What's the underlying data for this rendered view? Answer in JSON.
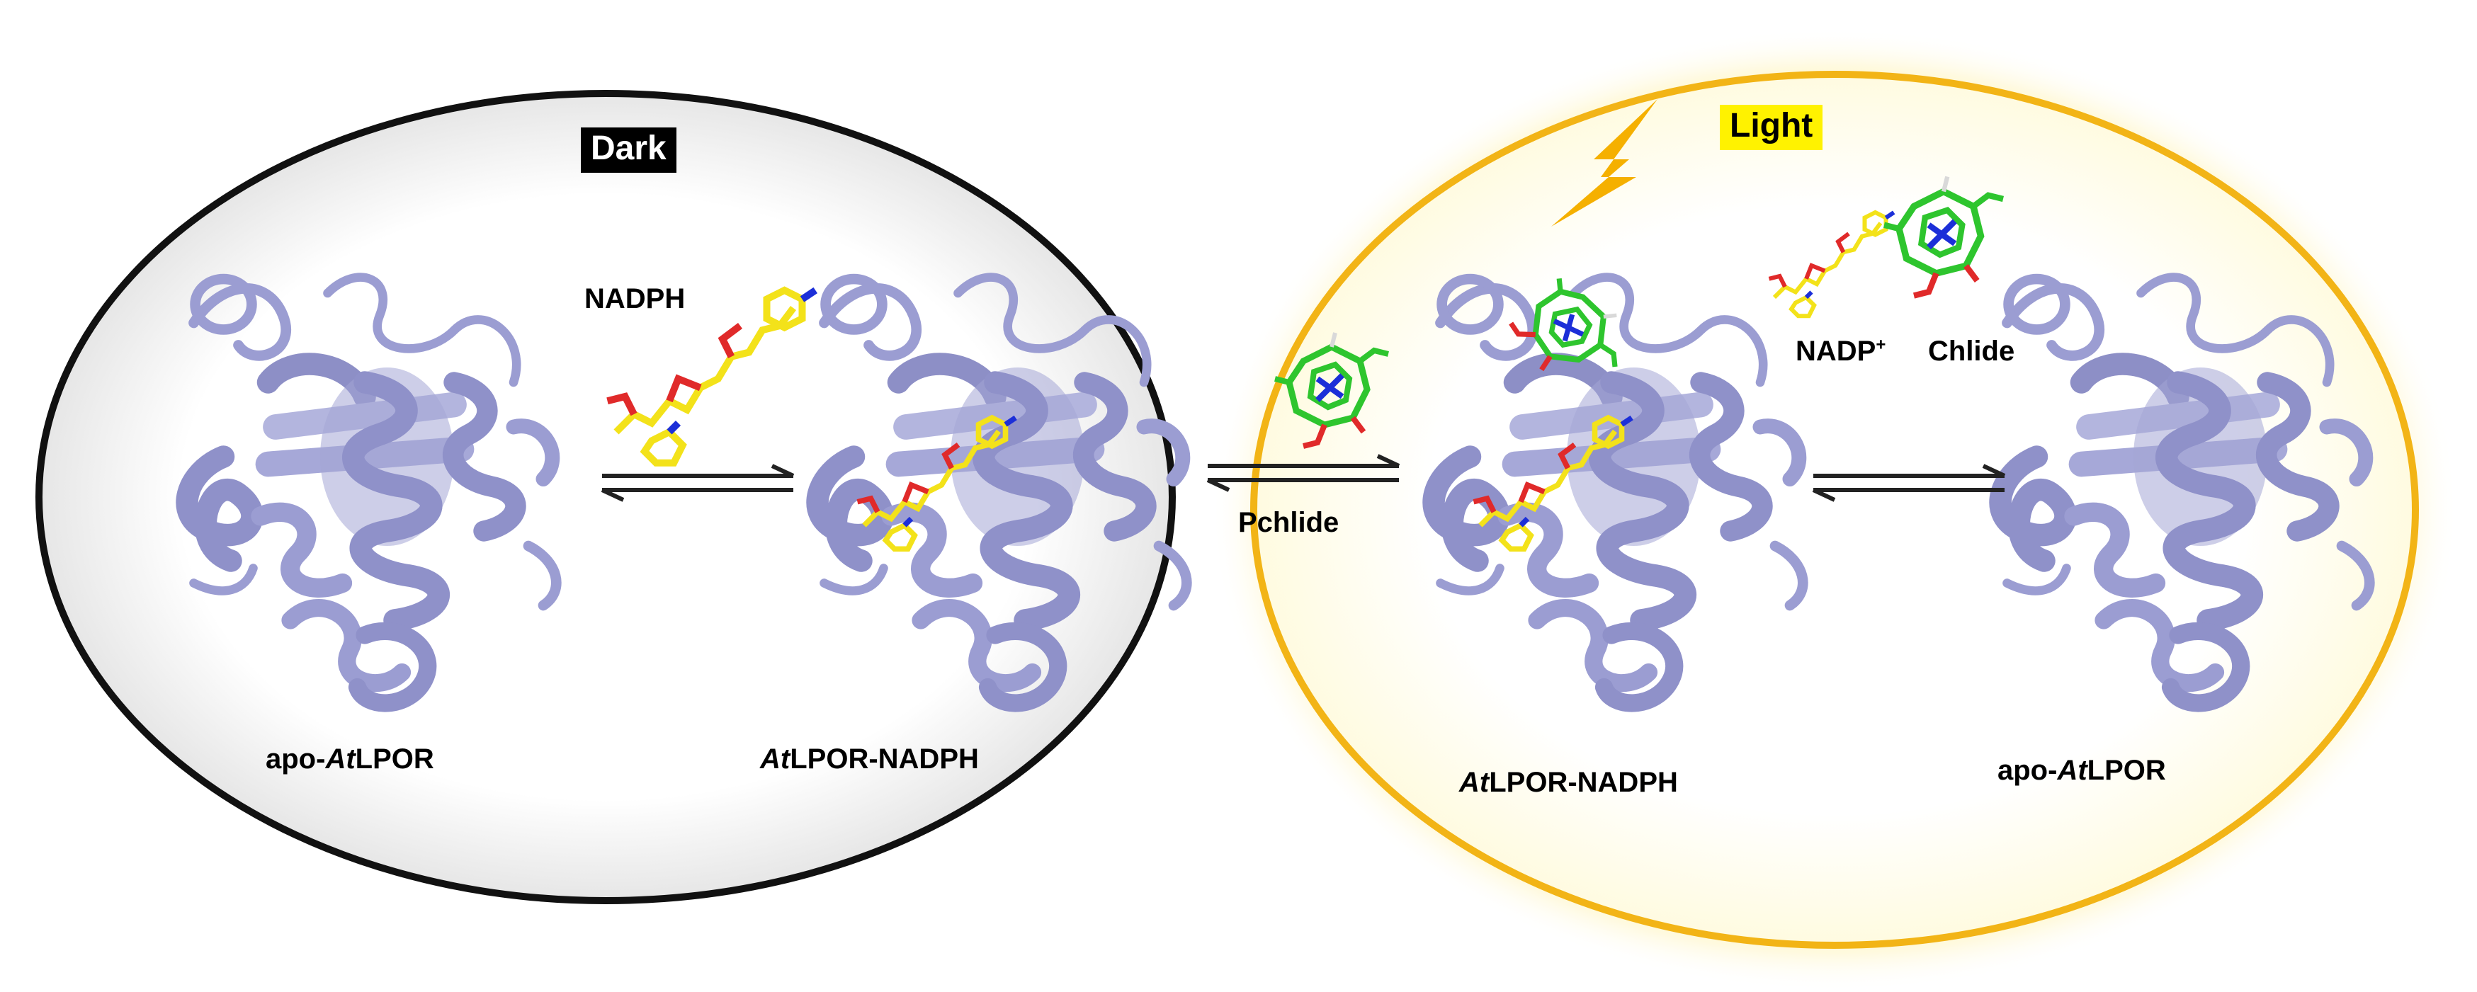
{
  "title": "",
  "regions": {
    "dark": {
      "label": "Dark"
    },
    "light": {
      "label": "Light"
    }
  },
  "proteins": {
    "p1": {
      "prefix": "apo-",
      "italic": "At",
      "suffix": "LPOR"
    },
    "p2": {
      "prefix": "",
      "italic": "At",
      "suffix": "LPOR-NADPH"
    },
    "p3": {
      "prefix": "",
      "italic": "At",
      "suffix": "LPOR-NADPH"
    },
    "p4": {
      "prefix": "apo-",
      "italic": "At",
      "suffix": "LPOR"
    }
  },
  "ligands": {
    "nadph": "NADPH",
    "pchlide": "Pchlide",
    "nadp_base": "NADP",
    "nadp_charge": "+",
    "chlide": "Chlide"
  },
  "colors": {
    "dark_border": "#111111",
    "light_border": "#f2b416",
    "light_glow": "#fff3b0",
    "protein": "#9b9dd2",
    "carbon_nadph": "#f3e21a",
    "carbon_pigment": "#2ec52e",
    "oxygen": "#e02a2a",
    "nitrogen": "#1c2fd8",
    "bolt": "#f5b000"
  },
  "icons": [
    "lightning-bolt-icon",
    "equilibrium-arrow-icon",
    "protein-ribbon-icon",
    "molecule-icon"
  ]
}
